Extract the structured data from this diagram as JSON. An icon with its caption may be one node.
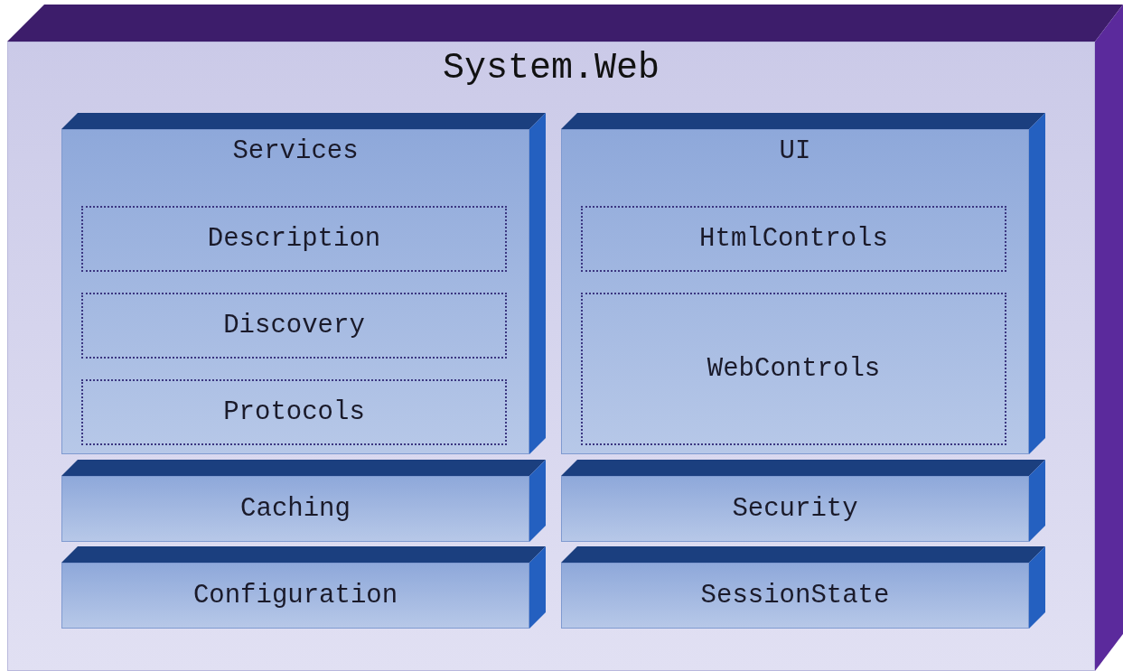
{
  "diagram": {
    "nodes": [
      {
        "text": [
          "System.Web"
        ]
      },
      {
        "text": [
          "Services"
        ],
        "in": 0
      },
      {
        "text": [
          "Description"
        ],
        "in": 1
      },
      {
        "text": [
          "Discovery"
        ],
        "in": 1
      },
      {
        "text": [
          "Protocols"
        ],
        "in": 1
      },
      {
        "text": [
          "UI"
        ],
        "in": 0
      },
      {
        "text": [
          "HtmlControls"
        ],
        "in": 5
      },
      {
        "text": [
          "WebControls"
        ],
        "in": 5
      },
      {
        "text": [
          "Caching"
        ],
        "in": 0
      },
      {
        "text": [
          "Security"
        ],
        "in": 0
      },
      {
        "text": [
          "Configuration"
        ],
        "in": 0
      },
      {
        "text": [
          "SessionState"
        ],
        "in": 0
      }
    ]
  }
}
